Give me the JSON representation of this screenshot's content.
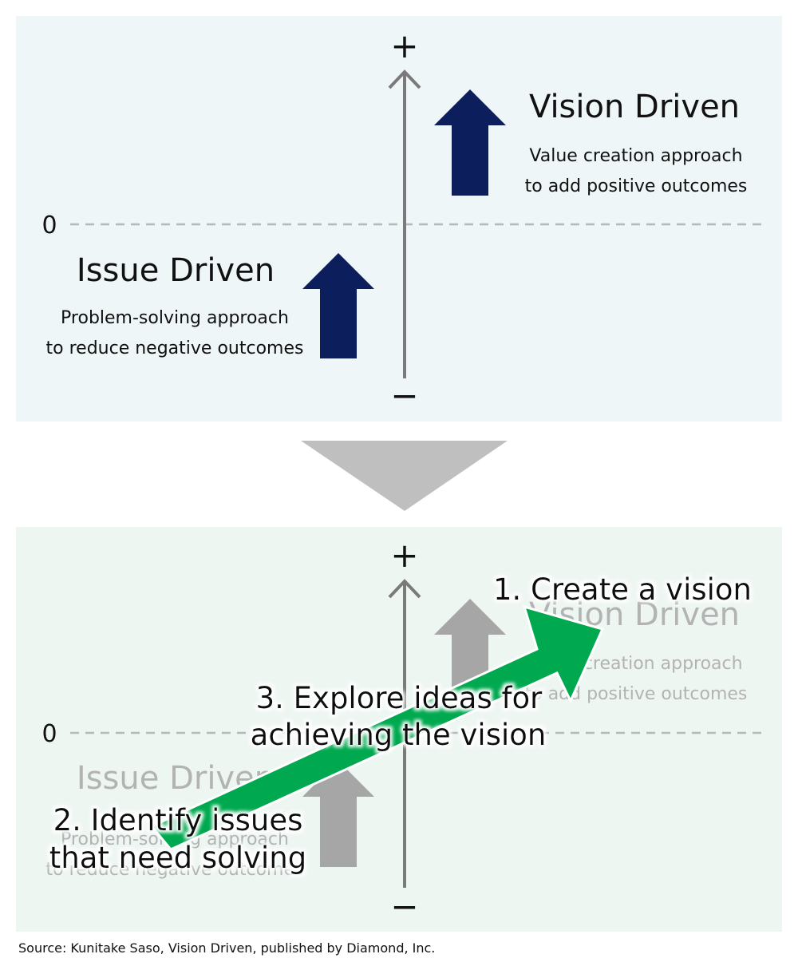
{
  "top_diagram": {
    "axis_plus": "+",
    "axis_minus": "−",
    "zero_label": "0",
    "vision": {
      "title": "Vision Driven",
      "line1": "Value creation approach",
      "line2": "to add positive outcomes"
    },
    "issue": {
      "title": "Issue Driven",
      "line1": "Problem-solving approach",
      "line2": "to reduce negative outcomes"
    }
  },
  "bottom_diagram": {
    "axis_plus": "+",
    "axis_minus": "−",
    "zero_label": "0",
    "vision": {
      "title": "Vision Driven",
      "line1": "Value creation approach",
      "line2": "to add positive outcomes"
    },
    "issue": {
      "title": "Issue Driven",
      "line1": "Problem-solving approach",
      "line2": "to reduce negative outcomes"
    },
    "steps": {
      "step1": "1. Create a vision",
      "step2_line1": "2. Identify issues",
      "step2_line2": "that need solving",
      "step3_line1": "3. Explore ideas for",
      "step3_line2": "achieving the vision"
    }
  },
  "source": "Source: Kunitake Saso, Vision Driven, published by Diamond, Inc.",
  "colors": {
    "navy_arrow": "#0c1f5c",
    "green_arrow": "#00a94f",
    "gray_arrow": "#a6a6a6",
    "down_triangle": "#bfbfbf"
  }
}
